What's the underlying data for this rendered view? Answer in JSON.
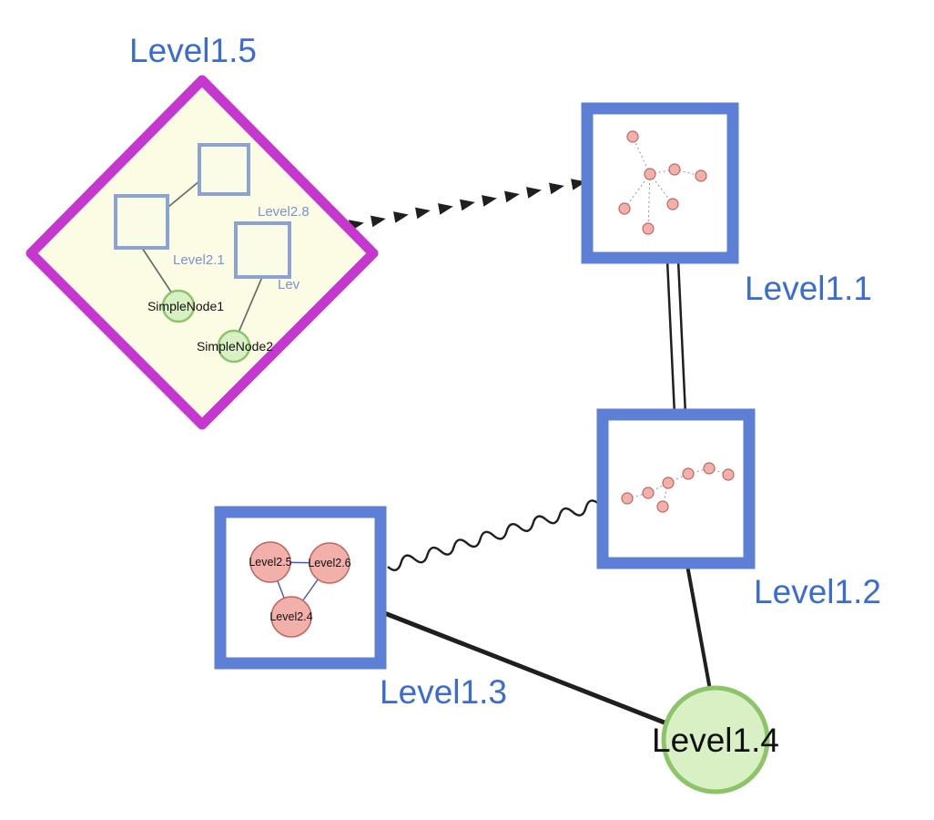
{
  "diagram": {
    "type": "nested-graph",
    "labels": {
      "level15": "Level1.5",
      "level11": "Level1.1",
      "level12": "Level1.2",
      "level13": "Level1.3",
      "level14": "Level1.4",
      "level28": "Level2.8",
      "level21": "Level2.1",
      "lev": "Lev",
      "simplenode1": "SimpleNode1",
      "simplenode2": "SimpleNode2",
      "level25": "Level2.5",
      "level26": "Level2.6",
      "level24": "Level2.4"
    },
    "colors": {
      "label_blue": "#3a6cd3",
      "inner_label_blue": "#7d92d6",
      "label_black": "#111111",
      "group_border": "#5d7fd6",
      "group_fill": "#ffffff",
      "diamond_border": "#c637cf",
      "diamond_fill": "#fbfce3",
      "inner_square_border": "#8aa2d4",
      "inner_square_fill": "#fbfce8",
      "green_fill": "#d9f0c4",
      "green_border": "#8cc468",
      "pink_fill": "#f2b0ab",
      "pink_border": "#c2655e",
      "mini_edge": "#8890cf",
      "triangle_edge": "#4a4fd0",
      "inner_edge": "#666666",
      "edge": "#1f1f1f"
    },
    "nodes": [
      {
        "id": "Level1.5",
        "kind": "group-diamond",
        "children": [
          "Level2.8",
          "Level2.1",
          "Lev",
          "SimpleNode1",
          "SimpleNode2"
        ]
      },
      {
        "id": "Level1.1",
        "kind": "group-square"
      },
      {
        "id": "Level1.2",
        "kind": "group-square"
      },
      {
        "id": "Level1.3",
        "kind": "group-square",
        "children": [
          "Level2.5",
          "Level2.6",
          "Level2.4"
        ]
      },
      {
        "id": "Level1.4",
        "kind": "circle"
      }
    ],
    "edges": [
      {
        "from": "Level1.5",
        "to": "Level1.1",
        "style": "bold-arrowhead-dashes"
      },
      {
        "from": "Level1.1",
        "to": "Level1.2",
        "style": "double-line"
      },
      {
        "from": "Level1.3",
        "to": "Level1.2",
        "style": "wavy"
      },
      {
        "from": "Level1.3",
        "to": "Level1.4",
        "style": "thick-solid"
      },
      {
        "from": "Level1.2",
        "to": "Level1.4",
        "style": "solid"
      }
    ]
  }
}
